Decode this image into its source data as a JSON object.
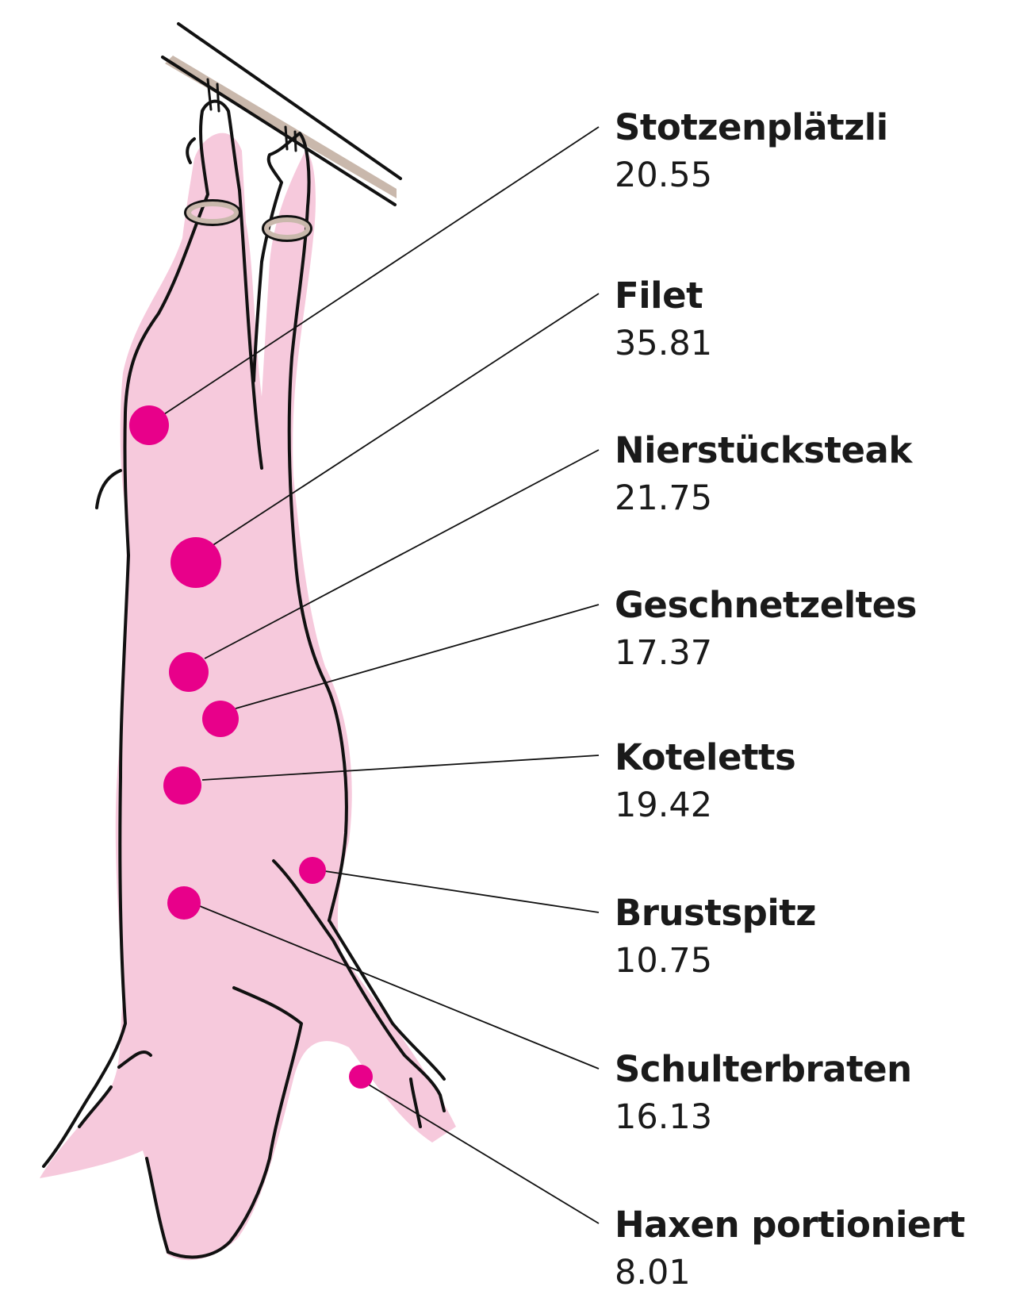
{
  "colors": {
    "body_fill": "#f6c9dc",
    "marker": "#e8008a",
    "outline": "#111111",
    "rail": "#c9b8ac",
    "text": "#1a1a1a"
  },
  "cuts": [
    {
      "name": "Stotzenplätzli",
      "price": "20.55",
      "marker_size": "medium"
    },
    {
      "name": "Filet",
      "price": "35.81",
      "marker_size": "large"
    },
    {
      "name": "Nierstücksteak",
      "price": "21.75",
      "marker_size": "medium"
    },
    {
      "name": "Geschnetzeltes",
      "price": "17.37",
      "marker_size": "medium"
    },
    {
      "name": "Koteletts",
      "price": "19.42",
      "marker_size": "medium"
    },
    {
      "name": "Brustspitz",
      "price": "10.75",
      "marker_size": "small"
    },
    {
      "name": "Schulterbraten",
      "price": "16.13",
      "marker_size": "medium"
    },
    {
      "name": "Haxen portioniert",
      "price": "8.01",
      "marker_size": "small"
    }
  ]
}
